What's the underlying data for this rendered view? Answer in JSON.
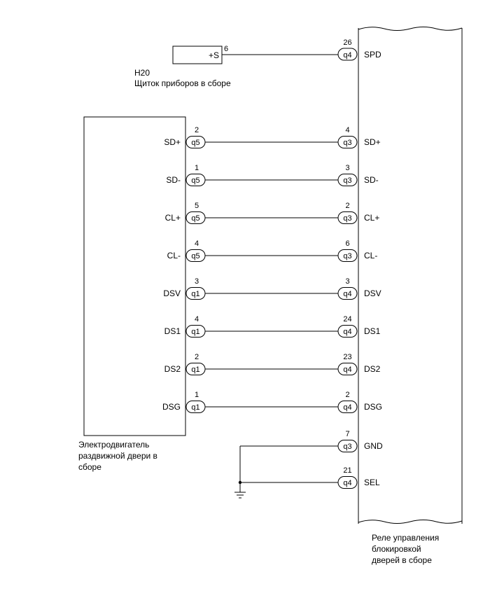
{
  "instrument_panel": {
    "terminal": "+S",
    "pin": "6",
    "code": "H20",
    "name": "Щиток приборов в сборе"
  },
  "motor": {
    "caption_lines": [
      "Электродвигатель",
      "раздвижной двери в",
      "сборе"
    ],
    "wires": [
      {
        "label": "SD+",
        "pin": "2",
        "conn": "q5"
      },
      {
        "label": "SD-",
        "pin": "1",
        "conn": "q5"
      },
      {
        "label": "CL+",
        "pin": "5",
        "conn": "q5"
      },
      {
        "label": "CL-",
        "pin": "4",
        "conn": "q5"
      },
      {
        "label": "DSV",
        "pin": "3",
        "conn": "q1"
      },
      {
        "label": "DS1",
        "pin": "4",
        "conn": "q1"
      },
      {
        "label": "DS2",
        "pin": "2",
        "conn": "q1"
      },
      {
        "label": "DSG",
        "pin": "1",
        "conn": "q1"
      }
    ]
  },
  "relay": {
    "caption_lines": [
      "Реле управления",
      "блокировкой",
      "дверей в сборе"
    ],
    "top_terminal": {
      "label": "SPD",
      "pin": "26",
      "conn": "q4"
    },
    "terminals": [
      {
        "label": "SD+",
        "pin": "4",
        "conn": "q3"
      },
      {
        "label": "SD-",
        "pin": "3",
        "conn": "q3"
      },
      {
        "label": "CL+",
        "pin": "2",
        "conn": "q3"
      },
      {
        "label": "CL-",
        "pin": "6",
        "conn": "q3"
      },
      {
        "label": "DSV",
        "pin": "3",
        "conn": "q4"
      },
      {
        "label": "DS1",
        "pin": "24",
        "conn": "q4"
      },
      {
        "label": "DS2",
        "pin": "23",
        "conn": "q4"
      },
      {
        "label": "DSG",
        "pin": "2",
        "conn": "q4"
      }
    ],
    "ground_terminals": [
      {
        "label": "GND",
        "pin": "7",
        "conn": "q3"
      },
      {
        "label": "SEL",
        "pin": "21",
        "conn": "q4"
      }
    ]
  }
}
